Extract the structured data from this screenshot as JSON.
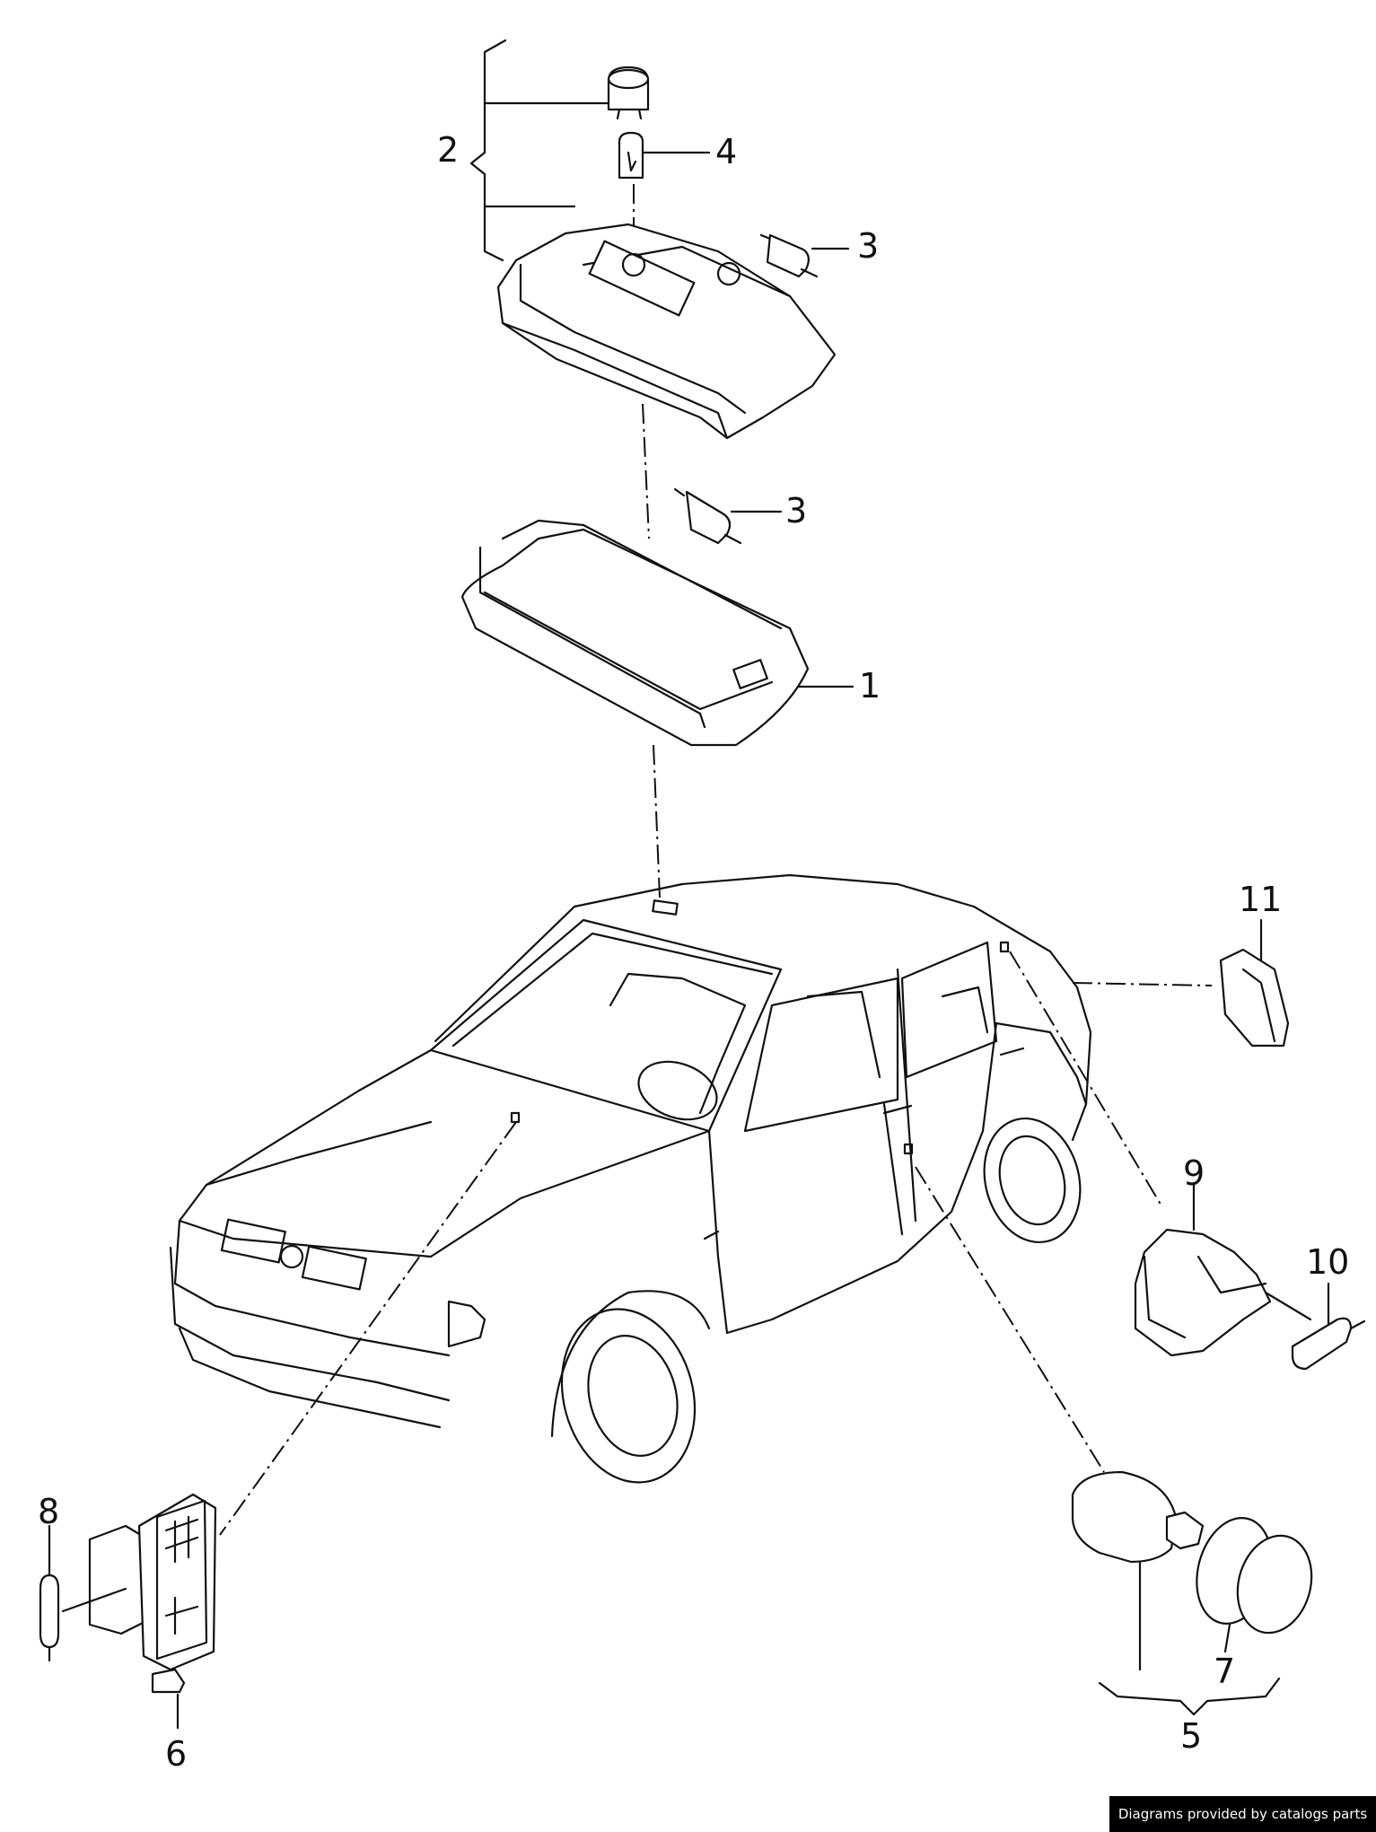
{
  "diagram": {
    "labels": [
      "1",
      "2",
      "3",
      "3",
      "4",
      "5",
      "6",
      "7",
      "8",
      "9",
      "10",
      "11"
    ]
  },
  "footer": {
    "credit": "Diagrams provided by catalogs parts"
  }
}
